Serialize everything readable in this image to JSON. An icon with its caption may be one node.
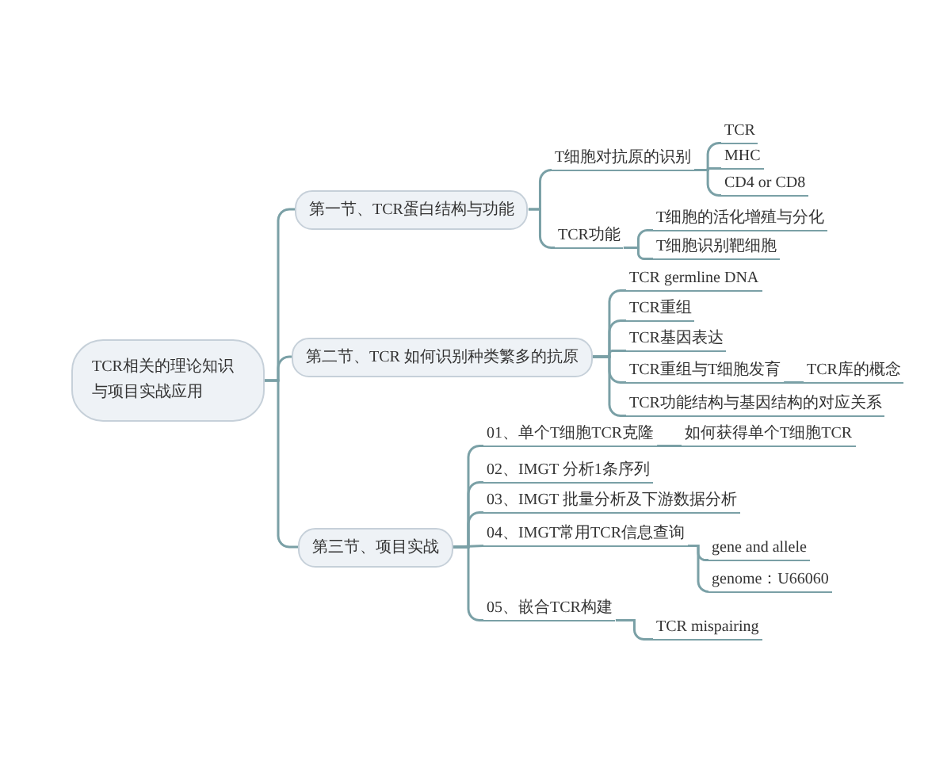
{
  "diagram": {
    "nodes": [
      {
        "text": [
          "TCR相关的理论知识与项目实战应用"
        ]
      },
      {
        "text": [
          "第一节、TCR蛋白结构与功能"
        ]
      },
      {
        "text": [
          "T细胞对抗原的识别"
        ]
      },
      {
        "text": [
          "TCR"
        ]
      },
      {
        "text": [
          "MHC"
        ]
      },
      {
        "text": [
          "CD4 or CD8"
        ]
      },
      {
        "text": [
          "TCR功能"
        ]
      },
      {
        "text": [
          "T细胞的活化增殖与分化"
        ]
      },
      {
        "text": [
          "T细胞识别靶细胞"
        ]
      },
      {
        "text": [
          "第二节、TCR 如何识别种类繁多的抗原"
        ]
      },
      {
        "text": [
          "TCR germline DNA"
        ]
      },
      {
        "text": [
          "TCR重组"
        ]
      },
      {
        "text": [
          "TCR基因表达"
        ]
      },
      {
        "text": [
          "TCR重组与T细胞发育"
        ]
      },
      {
        "text": [
          "TCR库的概念"
        ]
      },
      {
        "text": [
          "TCR功能结构与基因结构的对应关系"
        ]
      },
      {
        "text": [
          "第三节、项目实战"
        ]
      },
      {
        "text": [
          "01、单个T细胞TCR克隆"
        ]
      },
      {
        "text": [
          "如何获得单个T细胞TCR"
        ]
      },
      {
        "text": [
          "02、IMGT 分析1条序列"
        ]
      },
      {
        "text": [
          "03、IMGT 批量分析及下游数据分析"
        ]
      },
      {
        "text": [
          "04、IMGT常用TCR信息查询"
        ]
      },
      {
        "text": [
          "gene and allele"
        ]
      },
      {
        "text": [
          "genome：U66060"
        ]
      },
      {
        "text": [
          "05、嵌合TCR构建"
        ]
      },
      {
        "text": [
          "TCR mispairing"
        ]
      }
    ],
    "edges": [
      {
        "from": 0,
        "to": 1,
        "arrow": "none"
      },
      {
        "from": 0,
        "to": 9,
        "arrow": "none"
      },
      {
        "from": 0,
        "to": 16,
        "arrow": "none"
      },
      {
        "from": 1,
        "to": 2,
        "arrow": "none"
      },
      {
        "from": 2,
        "to": 3,
        "arrow": "none"
      },
      {
        "from": 2,
        "to": 4,
        "arrow": "none"
      },
      {
        "from": 2,
        "to": 5,
        "arrow": "none"
      },
      {
        "from": 1,
        "to": 6,
        "arrow": "none"
      },
      {
        "from": 6,
        "to": 7,
        "arrow": "none"
      },
      {
        "from": 6,
        "to": 8,
        "arrow": "none"
      },
      {
        "from": 9,
        "to": 10,
        "arrow": "none"
      },
      {
        "from": 9,
        "to": 11,
        "arrow": "none"
      },
      {
        "from": 9,
        "to": 12,
        "arrow": "none"
      },
      {
        "from": 9,
        "to": 13,
        "arrow": "none"
      },
      {
        "from": 13,
        "to": 14,
        "arrow": "none"
      },
      {
        "from": 9,
        "to": 15,
        "arrow": "none"
      },
      {
        "from": 16,
        "to": 17,
        "arrow": "none"
      },
      {
        "from": 17,
        "to": 18,
        "arrow": "none"
      },
      {
        "from": 16,
        "to": 19,
        "arrow": "none"
      },
      {
        "from": 16,
        "to": 20,
        "arrow": "none"
      },
      {
        "from": 16,
        "to": 21,
        "arrow": "none"
      },
      {
        "from": 21,
        "to": 22,
        "arrow": "none"
      },
      {
        "from": 21,
        "to": 23,
        "arrow": "none"
      },
      {
        "from": 16,
        "to": 24,
        "arrow": "none"
      },
      {
        "from": 24,
        "to": 25,
        "arrow": "none"
      }
    ]
  }
}
